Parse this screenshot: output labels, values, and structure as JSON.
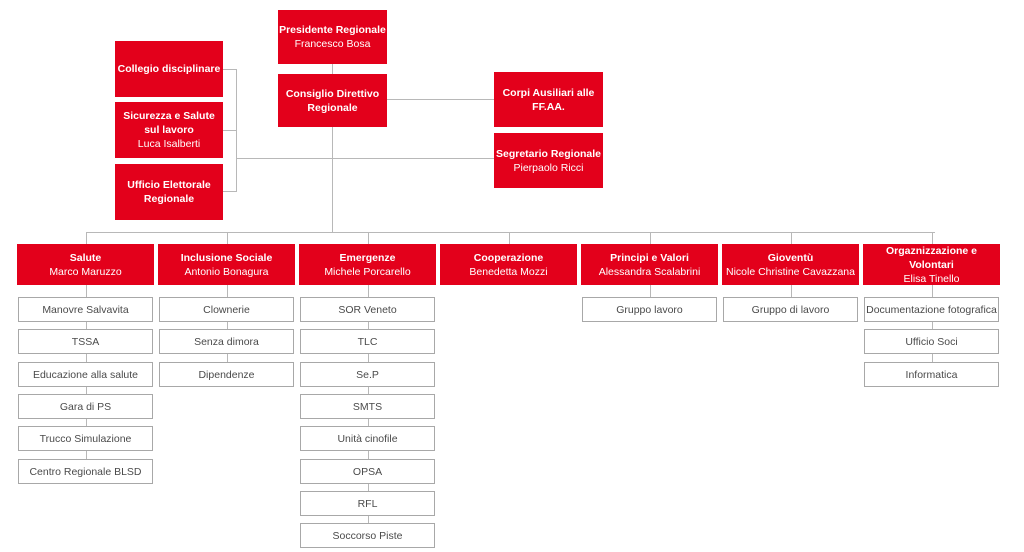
{
  "colors": {
    "accent": "#e3001b",
    "line": "#b8b8b8",
    "sub_border": "#a8a8a8",
    "sub_text": "#4a4a4a"
  },
  "top": {
    "presidente": {
      "title": "Presidente Regionale",
      "person": "Francesco Bosa"
    },
    "consiglio": {
      "title": "Consiglio Direttivo Regionale",
      "person": ""
    },
    "collegio": {
      "title": "Collegio disciplinare",
      "person": ""
    },
    "sicurezza": {
      "title": "Sicurezza e Salute sul lavoro",
      "person": "Luca Isalberti"
    },
    "ufficio": {
      "title": "Ufficio Elettorale Regionale",
      "person": ""
    },
    "corpi": {
      "title": "Corpi Ausiliari alle FF.AA.",
      "person": ""
    },
    "segretario": {
      "title": "Segretario Regionale",
      "person": "Pierpaolo Ricci"
    }
  },
  "areas": [
    {
      "title": "Salute",
      "person": "Marco Maruzzo",
      "items": [
        "Manovre Salvavita",
        "TSSA",
        "Educazione alla salute",
        "Gara di PS",
        "Trucco Simulazione",
        "Centro Regionale BLSD"
      ]
    },
    {
      "title": "Inclusione Sociale",
      "person": "Antonio Bonagura",
      "items": [
        "Clownerie",
        "Senza dimora",
        "Dipendenze"
      ]
    },
    {
      "title": "Emergenze",
      "person": "Michele Porcarello",
      "items": [
        "SOR Veneto",
        "TLC",
        "Se.P",
        "SMTS",
        "Unità cinofile",
        "OPSA",
        "RFL",
        "Soccorso Piste"
      ]
    },
    {
      "title": "Cooperazione",
      "person": "Benedetta Mozzi",
      "items": []
    },
    {
      "title": "Principi e Valori",
      "person": "Alessandra Scalabrini",
      "items": [
        "Gruppo lavoro"
      ]
    },
    {
      "title": "Gioventù",
      "person": "Nicole Christine Cavazzana",
      "items": [
        "Gruppo di lavoro"
      ]
    },
    {
      "title": "Orgaznizzazione e Volontari",
      "person": "Elisa Tinello",
      "items": [
        "Documentazione fotografica",
        "Ufficio Soci",
        "Informatica"
      ]
    }
  ]
}
